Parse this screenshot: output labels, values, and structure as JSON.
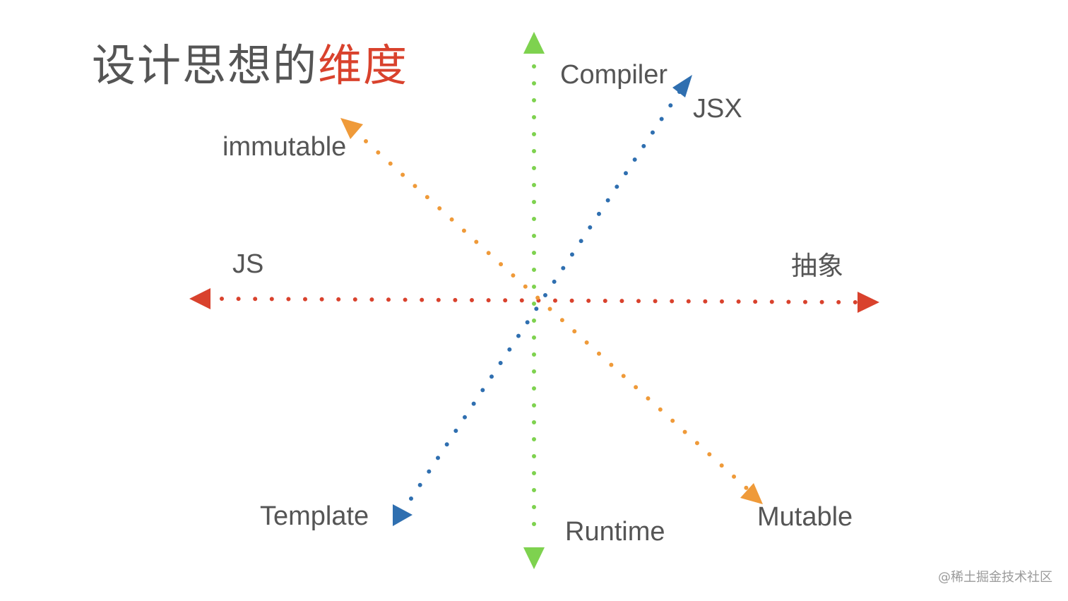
{
  "title": {
    "main": "设计思想的",
    "accent": "维度"
  },
  "axes": {
    "vertical": {
      "top": "Compiler",
      "bottom": "Runtime",
      "color": "#7ed24f"
    },
    "horizontal": {
      "left": "JS",
      "right": "抽象",
      "color": "#d9422d"
    },
    "diagonal_blue": {
      "top": "JSX",
      "bottom": "Template",
      "color": "#2f6fb0"
    },
    "diagonal_orange": {
      "top": "immutable",
      "bottom": "Mutable",
      "color": "#ef9a39"
    }
  },
  "watermark": "@稀土掘金技术社区",
  "text_color": "#555555"
}
